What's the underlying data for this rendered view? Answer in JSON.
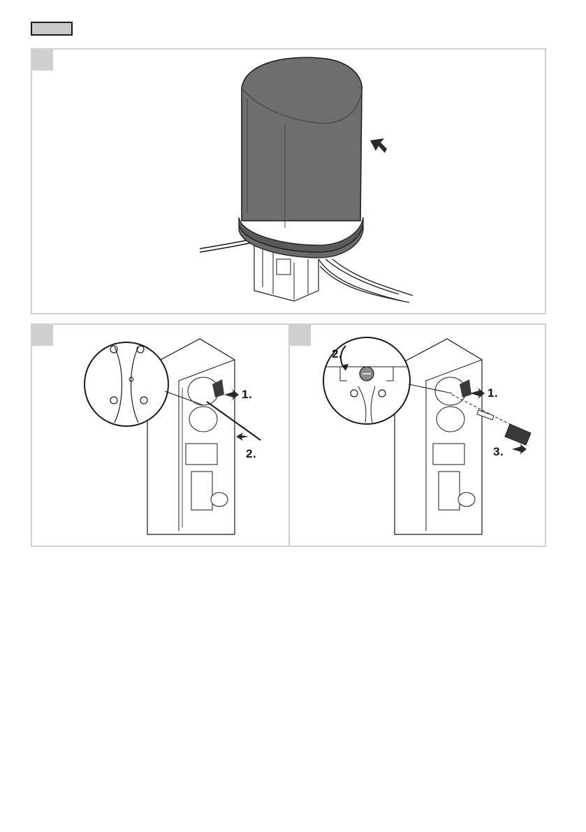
{
  "steps": {
    "left": {
      "step1": "1.",
      "step2": "2."
    },
    "right": {
      "step1": "1.",
      "step2": "2.",
      "step3": "3."
    }
  },
  "colors": {
    "panel_border": "#cfcfcf",
    "cover_fill": "#6e6e6e",
    "line": "#1a1a1a"
  }
}
